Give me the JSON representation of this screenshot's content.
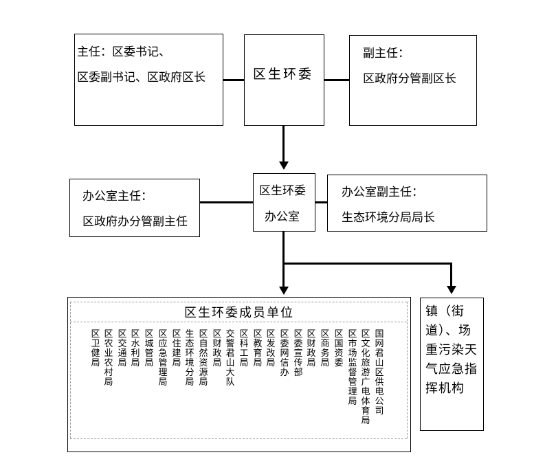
{
  "top": {
    "left_box": {
      "line1": "主任：区委书记、",
      "line2": "区委副书记、区政府区长"
    },
    "center_box": {
      "label": "区生环委"
    },
    "right_box": {
      "line1": "副主任：",
      "line2": "区政府分管副区长"
    }
  },
  "middle": {
    "left_box": {
      "line1": "办公室主任：",
      "line2": "区政府办分管副主任"
    },
    "center_box": {
      "line1": "区生环委",
      "line2": "办公室"
    },
    "right_box": {
      "line1": "办公室副主任：",
      "line2": "生态环境分局局长"
    }
  },
  "members": {
    "title": "区生环委成员单位",
    "units": [
      "区卫健局",
      "区农业农村局",
      "区交通局",
      "区水利局",
      "区城管局",
      "区应急管理局",
      "区住建局",
      "生态环境分局",
      "区自然资源局",
      "区财政局",
      "交警君山大队",
      "区科工局",
      "区教育局",
      "区发改局",
      "区委网信办",
      "区委宣传部",
      "区财政局",
      "区商务局",
      "区国资委",
      "区市场监督管理局",
      "区文化旅游广电体育局",
      "国网君山区供电公司"
    ]
  },
  "side_box": {
    "text": "镇（街道）、场重污染天气应急指挥机构"
  }
}
